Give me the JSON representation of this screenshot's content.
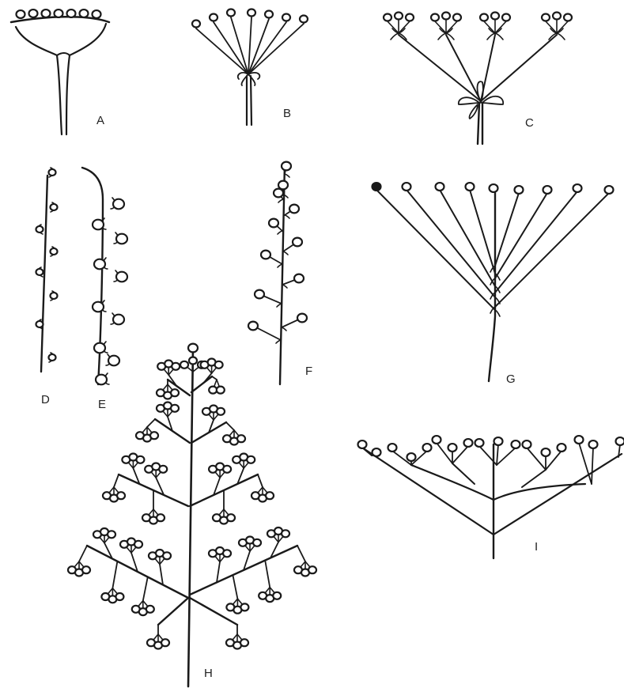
{
  "figure": {
    "panels": [
      {
        "id": "A",
        "label": "A"
      },
      {
        "id": "B",
        "label": "B"
      },
      {
        "id": "C",
        "label": "C"
      },
      {
        "id": "D",
        "label": "D"
      },
      {
        "id": "E",
        "label": "E"
      },
      {
        "id": "F",
        "label": "F"
      },
      {
        "id": "G",
        "label": "G"
      },
      {
        "id": "H",
        "label": "H"
      },
      {
        "id": "I",
        "label": "I"
      }
    ]
  },
  "style": {
    "ink": "#1a1a1a",
    "background": "#ffffff"
  }
}
